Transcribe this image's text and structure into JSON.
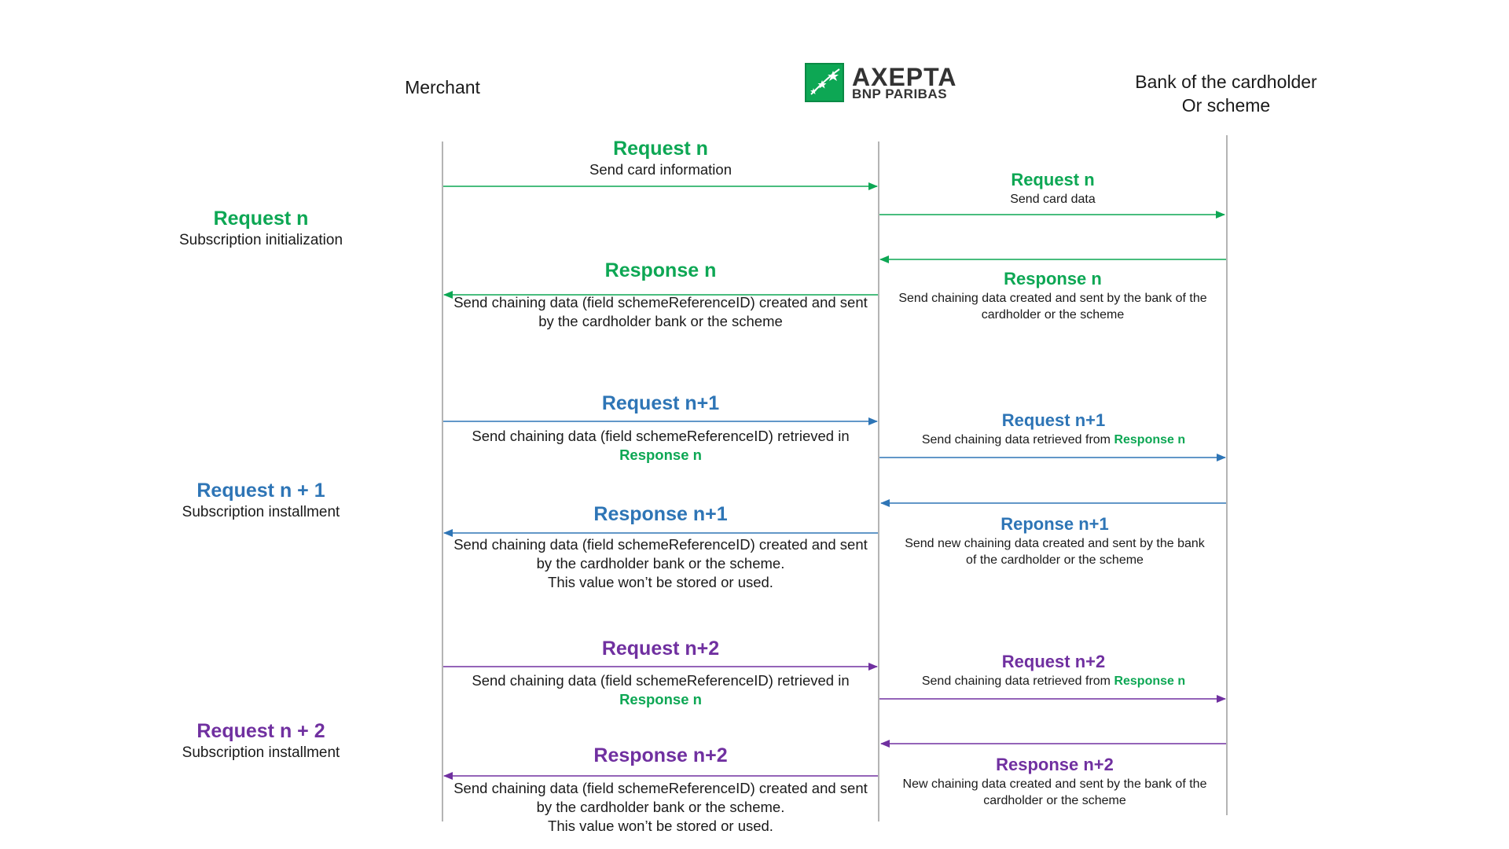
{
  "colors": {
    "green": "#0da754",
    "blue": "#2e75b6",
    "purple": "#7030a0",
    "lifeline": "#8c8c8c"
  },
  "actors": {
    "merchant": "Merchant",
    "bank_line1": "Bank of the cardholder",
    "bank_line2": "Or scheme"
  },
  "logo": {
    "name": "AXEPTA",
    "subtitle": "BNP PARIBAS",
    "icon": "bnp-stars-icon"
  },
  "phases": {
    "init": {
      "title": "Request n",
      "subtitle": "Subscription initialization"
    },
    "inst1": {
      "title": "Request n + 1",
      "subtitle": "Subscription installment"
    },
    "inst2": {
      "title": "Request n + 2",
      "subtitle": "Subscription installment"
    }
  },
  "messages": {
    "m1_left": {
      "title": "Request n",
      "desc": "Send card information"
    },
    "m1_right": {
      "title": "Request n",
      "desc": "Send card data"
    },
    "r1_left": {
      "title": "Response n",
      "desc_line1": "Send chaining data (field schemeReferenceID) created and sent",
      "desc_line2": "by the cardholder bank or the scheme"
    },
    "r1_right": {
      "title": "Response n",
      "desc_line1": "Send chaining data created and sent by the bank of the",
      "desc_line2": "cardholder or the scheme"
    },
    "m2_left": {
      "title": "Request n+1",
      "desc_line1": "Send chaining data (field schemeReferenceID) retrieved in",
      "ref": "Response n"
    },
    "m2_right": {
      "title": "Request n+1",
      "desc": "Send chaining data retrieved from",
      "ref": "Response n"
    },
    "r2_left": {
      "title": "Response n+1",
      "desc_line1": "Send chaining data (field schemeReferenceID) created and sent",
      "desc_line2": "by the cardholder bank or the scheme.",
      "desc_line3": "This value won’t be stored or used."
    },
    "r2_right": {
      "title": "Reponse n+1",
      "desc_line1": "Send new chaining data created and sent by the bank",
      "desc_line2": "of the cardholder or the scheme"
    },
    "m3_left": {
      "title": "Request n+2",
      "desc_line1": "Send chaining data (field schemeReferenceID) retrieved in",
      "ref": "Response n"
    },
    "m3_right": {
      "title": "Request n+2",
      "desc": "Send chaining data retrieved from",
      "ref": "Response n"
    },
    "r3_left": {
      "title": "Response n+2",
      "desc_line1": "Send chaining data (field schemeReferenceID) created and sent",
      "desc_line2": "by the cardholder bank or the scheme.",
      "desc_line3": "This value won’t be stored or used."
    },
    "r3_right": {
      "title": "Response n+2",
      "desc_line1": "New chaining data created and sent by the bank of the",
      "desc_line2": "cardholder or the scheme"
    }
  }
}
